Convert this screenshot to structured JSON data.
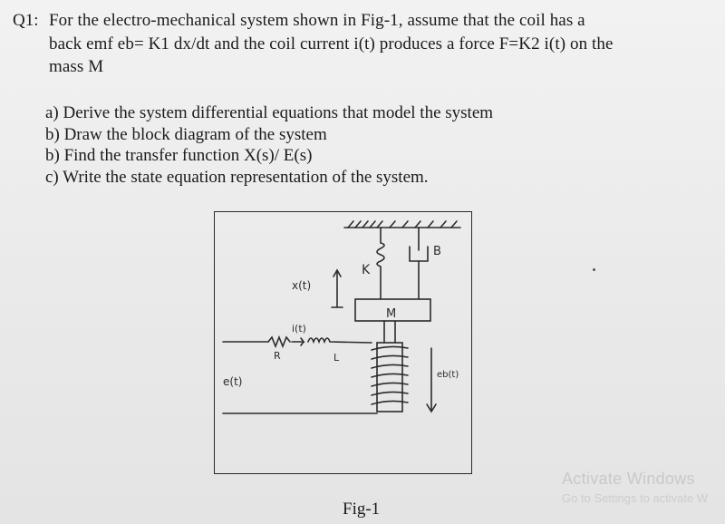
{
  "question": {
    "label": "Q1:",
    "line1": "For the electro-mechanical  system shown in Fig-1,  assume that the coil has a",
    "line2": "back emf  eb= K1  dx/dt and the coil current i(t) produces a force F=K2 i(t)  on the",
    "line3": "mass M"
  },
  "parts": [
    "a) Derive the system differential equations that model the system",
    "b)  Draw the block diagram of the system",
    "b) Find the transfer function X(s)/ E(s)",
    "c) Write the state equation representation of the system."
  ],
  "figure": {
    "caption": "Fig-1",
    "labels": {
      "spring": "K",
      "damper": "B",
      "mass": "M",
      "displacement": "x(t)",
      "current": "i(t)",
      "resistor": "R",
      "inductor": "L",
      "source": "e(t)",
      "back_emf": "eb(t)"
    }
  },
  "watermark": {
    "title": "Activate Windows",
    "subtitle": "Go to Settings to activate W"
  }
}
